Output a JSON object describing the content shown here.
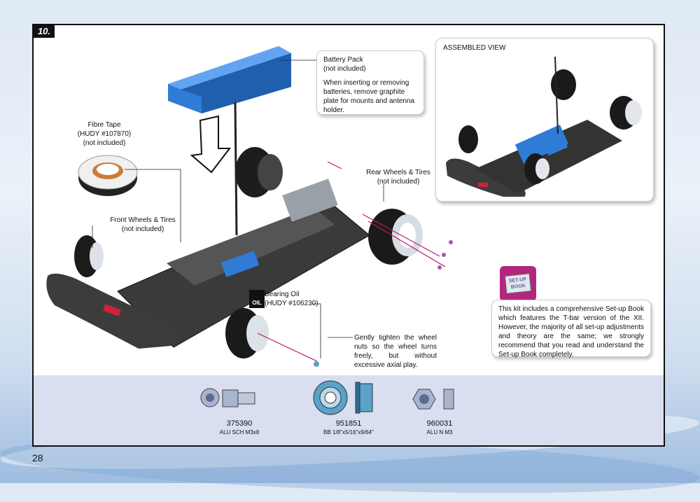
{
  "page_number": "28",
  "step": {
    "number": "10."
  },
  "callouts": {
    "battery": {
      "title": "Battery Pack",
      "subtitle": "(not included)",
      "note": "When inserting or removing batteries, remove graphite plate for mounts and antenna holder."
    },
    "fibre_tape": {
      "title": "Fibre Tape",
      "code": "(HUDY #107870)",
      "subtitle": "(not included)"
    },
    "rear_wheels": {
      "title": "Rear Wheels & Tires",
      "subtitle": "(not included)"
    },
    "front_wheels": {
      "title": "Front Wheels & Tires",
      "subtitle": "(not included)"
    },
    "bearing_oil": {
      "title": "Bearing Oil",
      "code": "(HUDY #106230)",
      "oil_icon_text": "OIL"
    },
    "wheel_nuts": {
      "text": "Gently tighten the wheel nuts so the wheel turns freely, but without excessive axial play."
    },
    "setup_book": {
      "icon_text": "SET-UP BOOK",
      "text": "This kit includes a comprehensive Set-up Book which features the T-bar version of the XII. However, the majority of all set-up adjustments and theory are the same; we strongly recommend that you read and understand the Set-up Book completely."
    }
  },
  "assembled_view": {
    "title": "ASSEMBLED VIEW"
  },
  "parts": [
    {
      "number": "375390",
      "description": "ALU SCH M3x8"
    },
    {
      "number": "951851",
      "description": "BB 1/8\"x5/16\"x9/64\""
    },
    {
      "number": "960031",
      "description": "ALU N M3"
    }
  ],
  "colors": {
    "battery_blue": "#2f7bd6",
    "tire_black": "#1a1a1a",
    "part_blue": "#5aa2c9",
    "parts_band": "#d9dff0",
    "magenta": "#b0206a"
  }
}
